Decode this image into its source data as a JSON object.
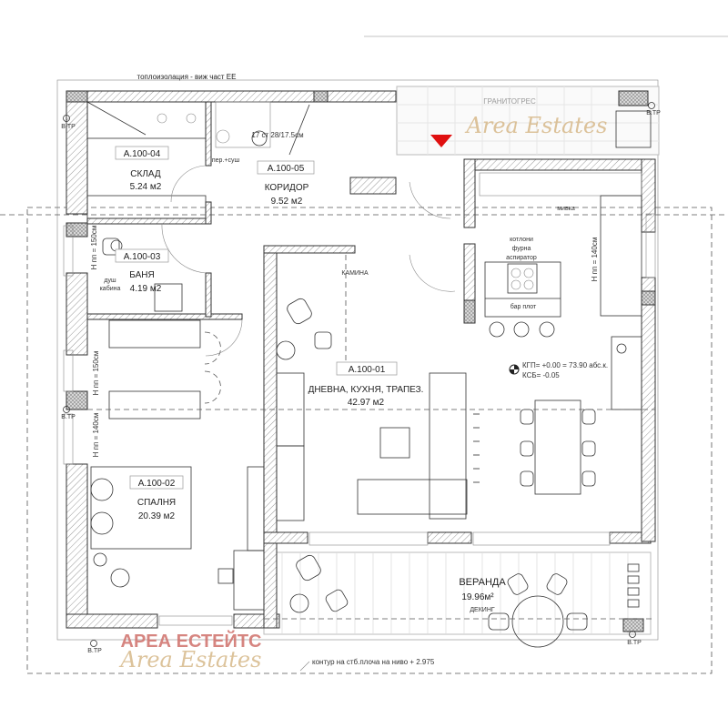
{
  "notes": {
    "insulation": "топлоизолация - виж част ЕЕ",
    "slab_contour": "контур на стб.плоча на ниво + 2.975",
    "stairs": "17 ст 28/17.5см",
    "laundry": "пер.+суш",
    "fireplace": "КАМИНА",
    "terrace_finish": "ГРАНИТОГРЕС",
    "level_kgp": "КГП= +0.00 = 73.90 абс.к.",
    "level_ksb": "КСБ= -0.05",
    "downpipe": "В.ТР"
  },
  "rooms": {
    "storage": {
      "code": "A.100-04",
      "name": "СКЛАД",
      "area": "5.24 м2"
    },
    "corridor": {
      "code": "A.100-05",
      "name": "КОРИДОР",
      "area": "9.52 м2"
    },
    "bathroom": {
      "code": "A.100-03",
      "name": "БАНЯ",
      "area": "4.19 м2",
      "shower_1": "душ",
      "shower_2": "кабина",
      "window_height": "H пп = 150см"
    },
    "living": {
      "code": "A.100-01",
      "name": "ДНЕВНА, КУХНЯ, ТРАПЕЗ.",
      "area": "42.97 м2"
    },
    "bedroom": {
      "code": "A.100-02",
      "name": "СПАЛНЯ",
      "area": "20.39 м2",
      "window_height_1": "H пп = 150см",
      "window_height_2": "H пп = 140см"
    },
    "kitchen": {
      "hob": "котлони",
      "oven": "фурна",
      "hood": "аспиратор",
      "bar": "бар плот",
      "sink": "мивка",
      "window_height": "H пп = 140см"
    },
    "veranda": {
      "name": "ВЕРАНДА",
      "area": "19.96м²",
      "finish": "ДЕКИНГ"
    }
  },
  "watermark": {
    "cyrillic": "АРЕА ЕСТЕЙТС",
    "latin": "Area Estates"
  },
  "colors": {
    "entrance_marker": "#e01010",
    "watermark_red": "#d0706b",
    "watermark_gold": "#d7b98a"
  }
}
